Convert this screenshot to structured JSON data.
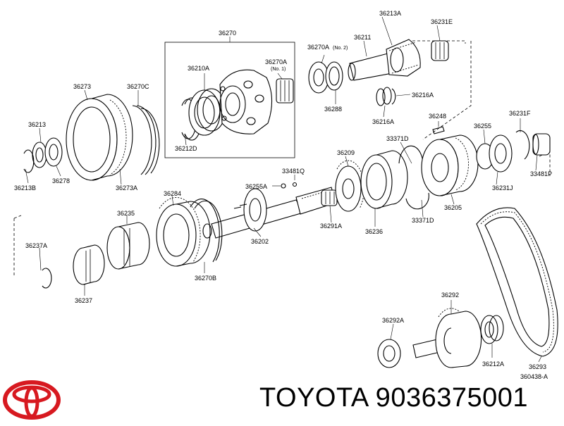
{
  "caption": "TOYOTA 9036375001",
  "figure_code": "360438-A",
  "brand_color": "#d71920",
  "logo": "toyota-logo",
  "labels": {
    "l36270": "36270",
    "l36213A": "36213A",
    "l36231E": "36231E",
    "l36211": "36211",
    "l36270A2": "36270A",
    "l36270A2n": "(No. 2)",
    "l36210A": "36210A",
    "l36270A1": "36270A",
    "l36270A1n": "(No. 1)",
    "l36273": "36273",
    "l36270C": "36270C",
    "l36216A_a": "36216A",
    "l36288": "36288",
    "l36216A_b": "36216A",
    "l36213": "36213",
    "l36212D": "36212D",
    "l36248": "36248",
    "l36231F": "36231F",
    "l33371D_a": "33371D",
    "l36255": "36255",
    "l36209": "36209",
    "l36278": "36278",
    "l33481Q_a": "33481Q",
    "l36213B": "36213B",
    "l36273A": "36273A",
    "l36255A": "36255A",
    "l33481P": "33481P",
    "l36231J": "36231J",
    "l36284": "36284",
    "l36205": "36205",
    "l36235": "36235",
    "l33371D_b": "33371D",
    "l36291A": "36291A",
    "l36236": "36236",
    "l36202": "36202",
    "l36237A": "36237A",
    "l36270B": "36270B",
    "l36237": "36237",
    "l36292": "36292",
    "l36292A": "36292A",
    "l36212A": "36212A",
    "l36293": "36293"
  }
}
